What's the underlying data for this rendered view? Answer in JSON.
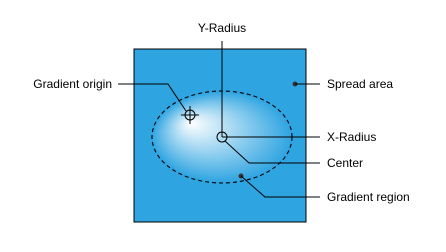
{
  "labels": {
    "y_radius": "Y-Radius",
    "gradient_origin": "Gradient origin",
    "spread_area": "Spread area",
    "x_radius": "X-Radius",
    "center": "Center",
    "gradient_region": "Gradient region"
  },
  "colors": {
    "spread_fill": "#2ea4e1",
    "gradient_inner": "#ffffff",
    "gradient_outer": "#2ea4e1",
    "outline": "#000000"
  },
  "icons": {
    "origin": "crosshair-icon",
    "center": "circle-marker-icon",
    "callout_dot": "dot-marker-icon"
  }
}
